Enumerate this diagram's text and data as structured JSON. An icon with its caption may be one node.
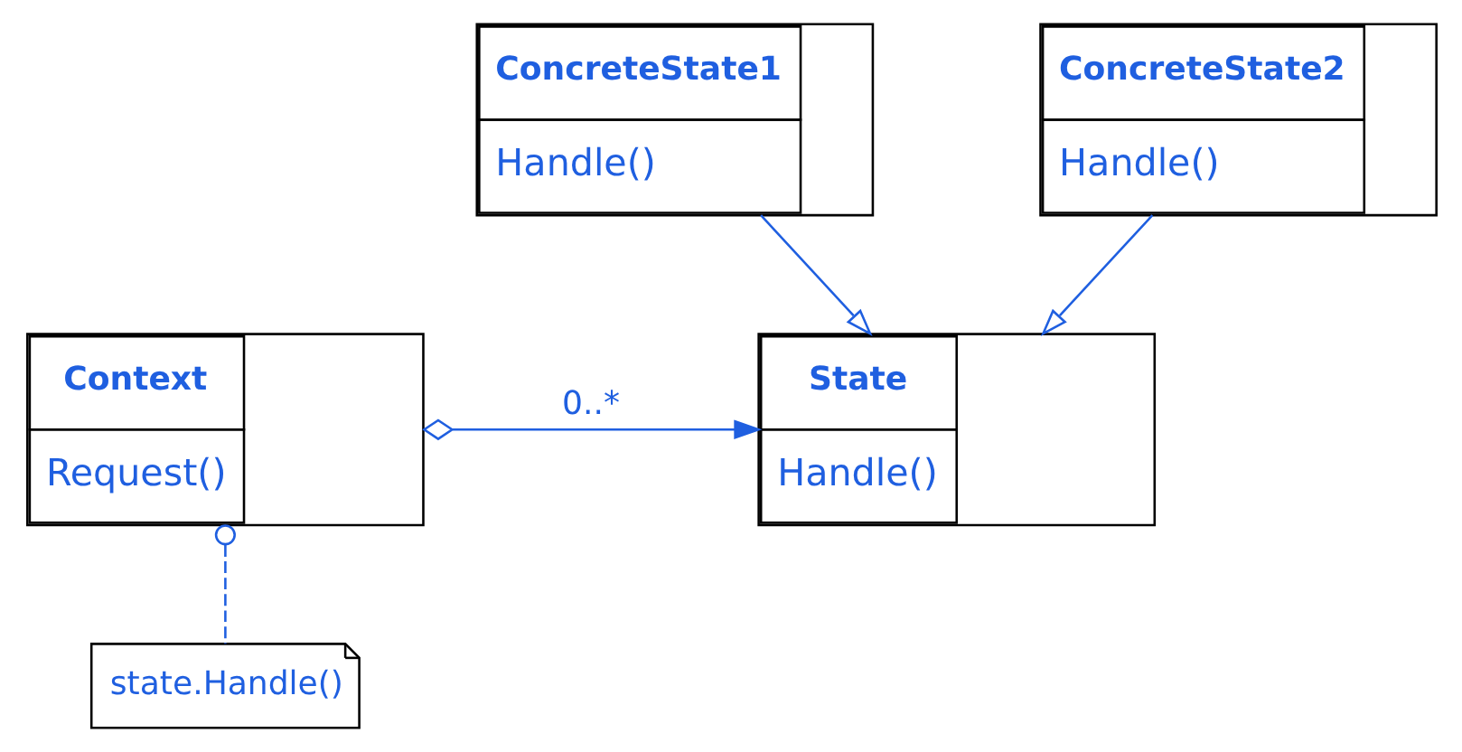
{
  "diagram": {
    "nodes": [
      {
        "text": [
          "Context",
          "Request()"
        ]
      },
      {
        "text": [
          "State",
          "Handle()"
        ]
      },
      {
        "text": [
          "state.Handle()"
        ]
      },
      {
        "text": [
          "ConcreteState1",
          "Handle()"
        ]
      },
      {
        "text": [
          "ConcreteState2",
          "Handle()"
        ]
      }
    ],
    "edges": [
      {
        "from": 0,
        "to": 1,
        "arrow": "to",
        "label": "0..*"
      },
      {
        "from": 3,
        "to": 1,
        "arrow": "to"
      },
      {
        "from": 4,
        "to": 1,
        "arrow": "to"
      },
      {
        "from": 0,
        "to": 2,
        "arrow": "other",
        "style": "dashed"
      }
    ]
  }
}
